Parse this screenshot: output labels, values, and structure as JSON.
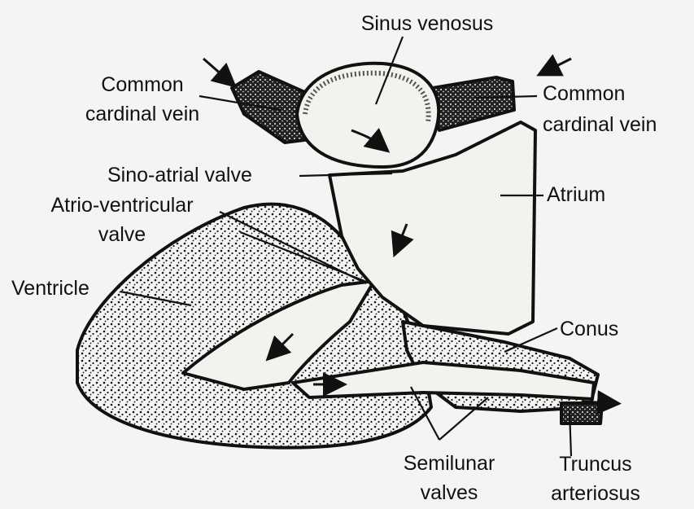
{
  "diagram": {
    "labels": {
      "sinus_venosus": "Sinus venosus",
      "left_vein_1": "Common",
      "left_vein_2": "cardinal vein",
      "right_vein_1": "Common",
      "right_vein_2": "cardinal vein",
      "sa_valve": "Sino-atrial valve",
      "av_valve_1": "Atrio-ventricular",
      "av_valve_2": "valve",
      "atrium": "Atrium",
      "ventricle": "Ventricle",
      "conus": "Conus",
      "semilunar_1": "Semilunar",
      "semilunar_2": "valves",
      "truncus_1": "Truncus",
      "truncus_2": "arteriosus"
    }
  }
}
